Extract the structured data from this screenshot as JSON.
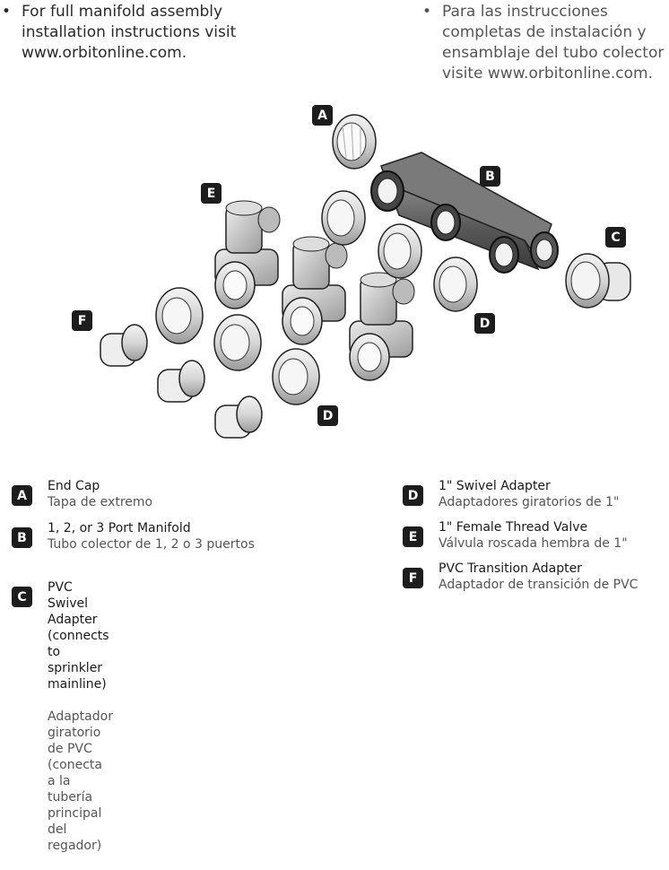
{
  "intro": {
    "english": "For full manifold assembly\ninstallation instructions visit\nwww.orbitonline.com.",
    "spanish": "Para las instrucciones\ncompletas de instalación y\nensamblaje del tubo colector\nvisite www.orbitonline.com."
  },
  "callouts": [
    "A",
    "B",
    "C",
    "D",
    "D",
    "E",
    "F"
  ],
  "legend": [
    {
      "letter": "A",
      "en": "End Cap",
      "es": "Tapa de extremo"
    },
    {
      "letter": "B",
      "en": "1, 2, or 3 Port Manifold",
      "es": "Tubo colector de 1, 2 o 3 puertos"
    },
    {
      "letter": "C",
      "en": "PVC Swivel Adapter\n(connects to sprinkler mainline)",
      "es": "Adaptador giratorio de PVC\n(conecta a la tubería principal del regador)"
    },
    {
      "letter": "D",
      "en": "1\" Swivel Adapter",
      "es": "Adaptadores giratorios de 1\""
    },
    {
      "letter": "E",
      "en": "1\" Female Thread Valve",
      "es": "Válvula roscada hembra de 1\""
    },
    {
      "letter": "F",
      "en": "PVC Transition Adapter",
      "es": "Adaptador de transición de PVC"
    }
  ]
}
